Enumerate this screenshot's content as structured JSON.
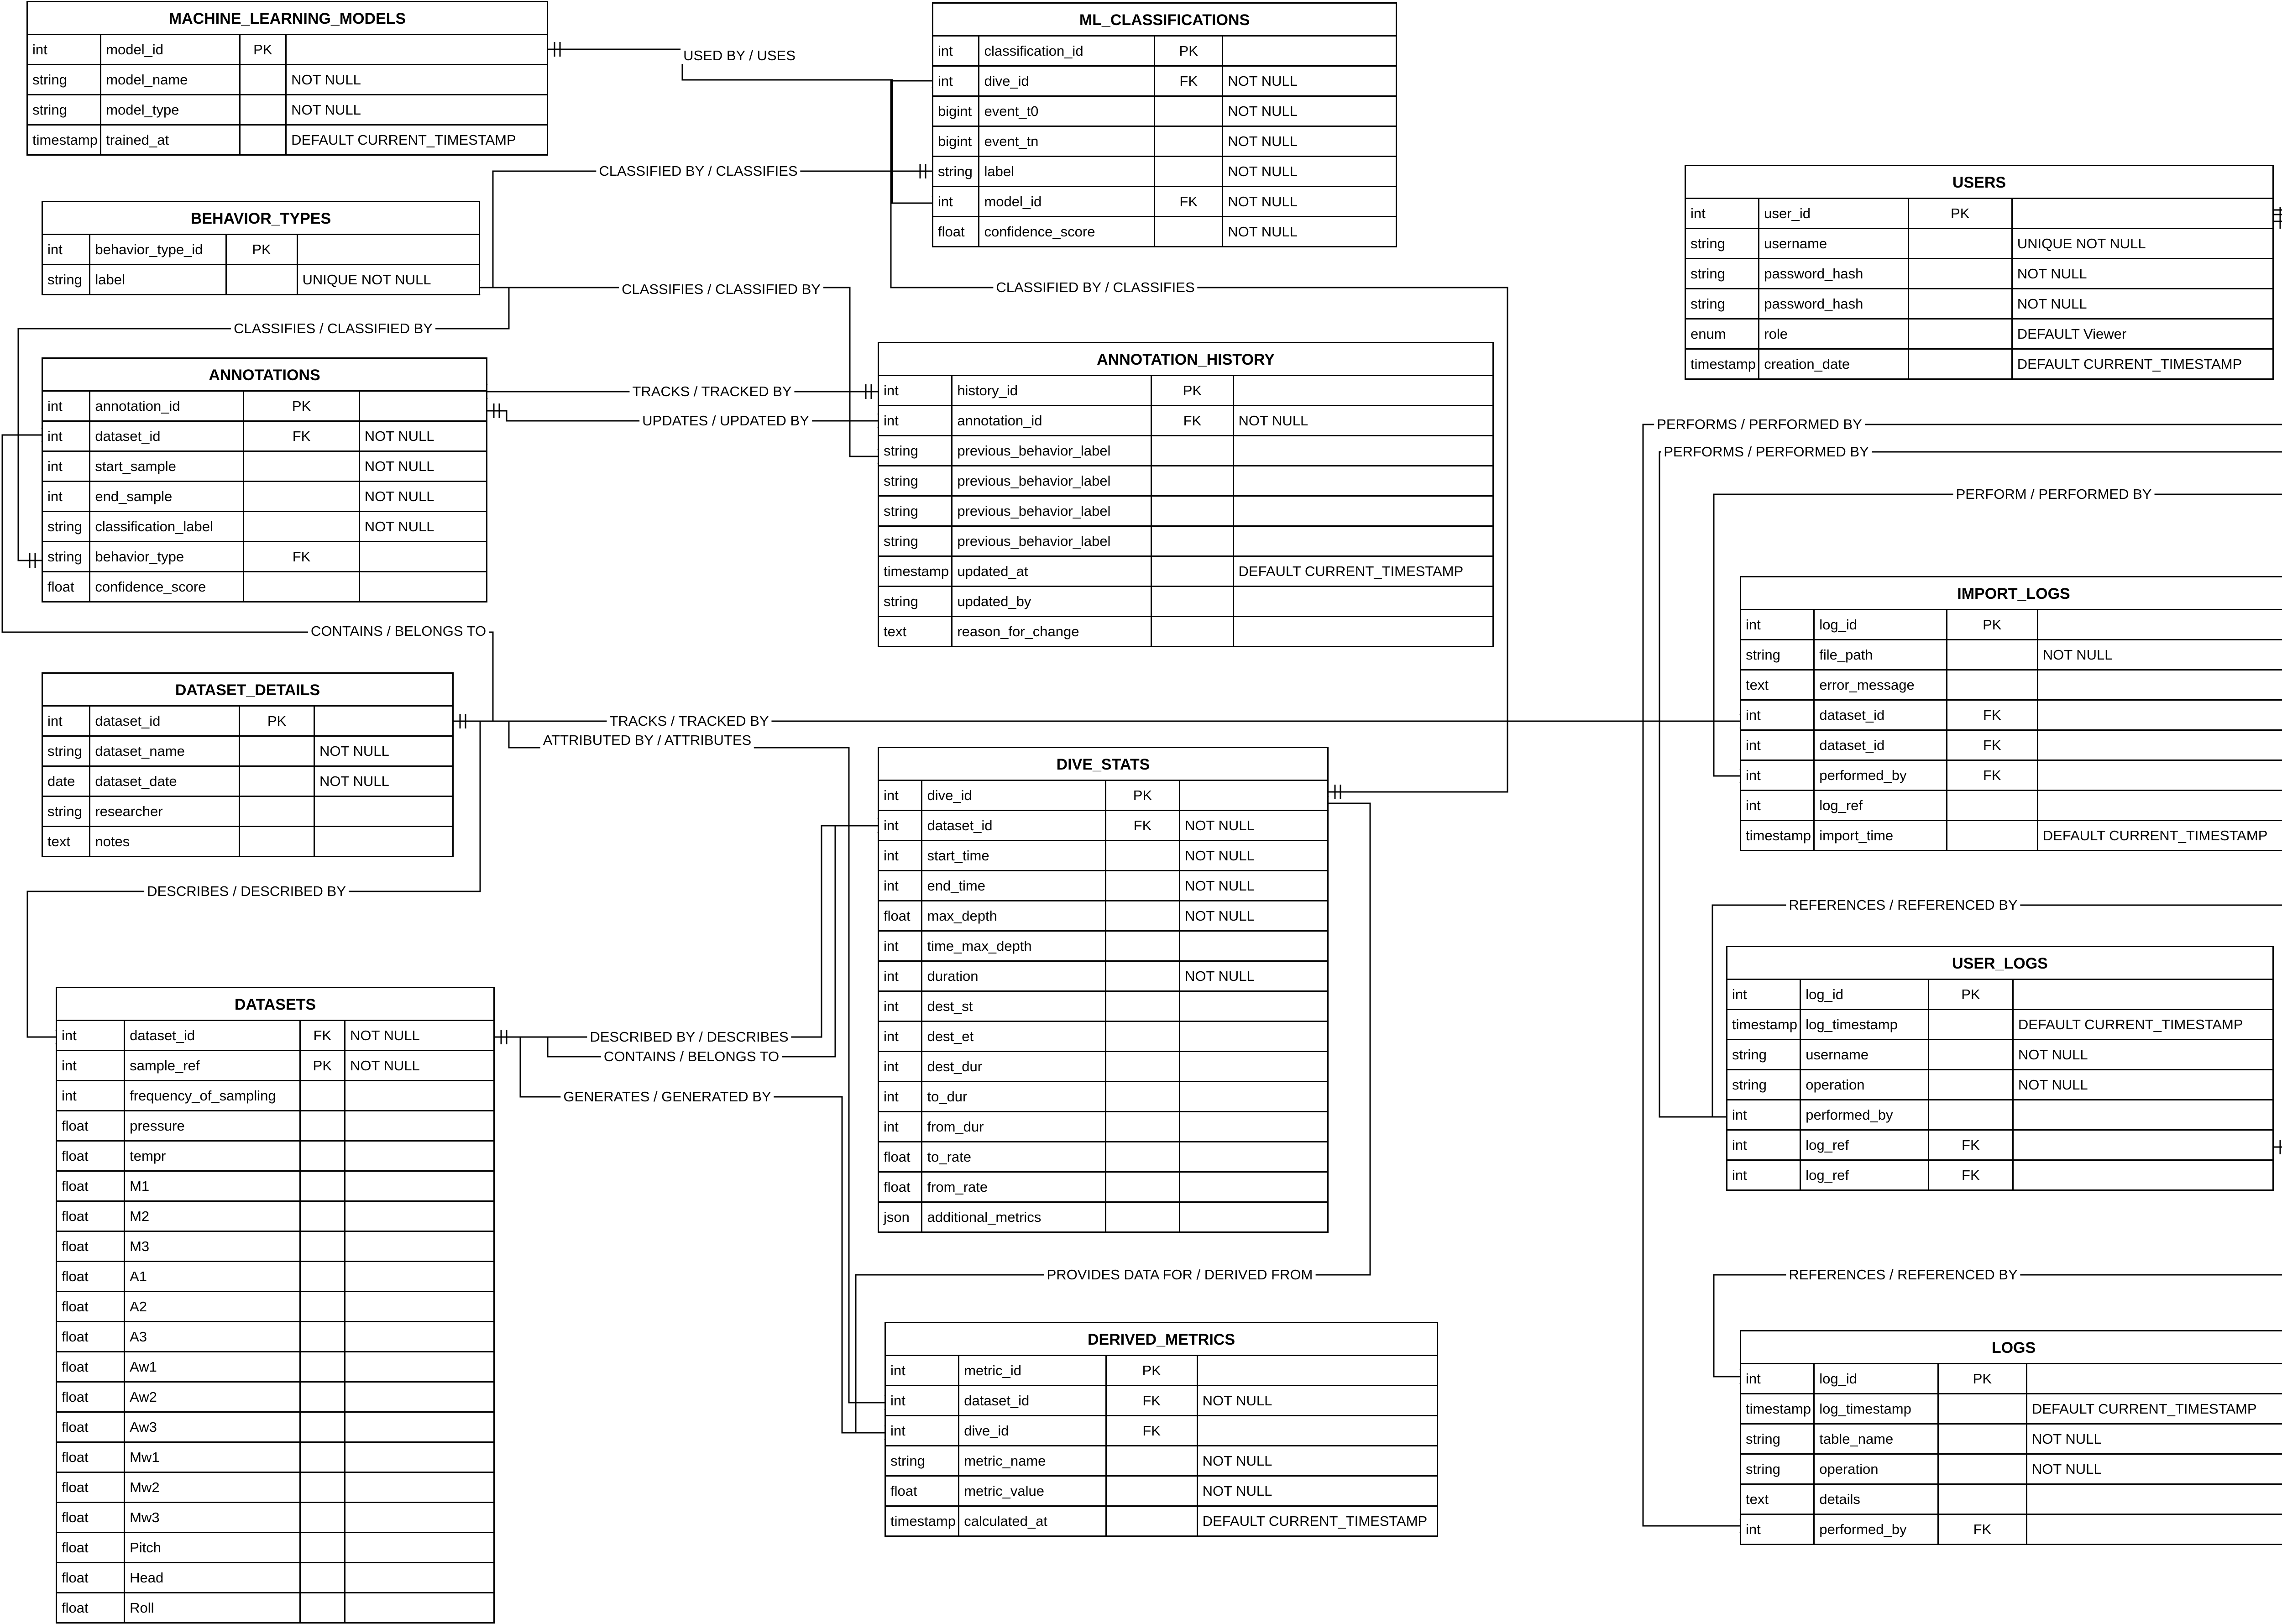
{
  "entities": [
    {
      "id": "machine_learning_models",
      "title": "MACHINE_LEARNING_MODELS",
      "rows": [
        [
          "int",
          "model_id",
          "PK",
          ""
        ],
        [
          "string",
          "model_name",
          "",
          "NOT NULL"
        ],
        [
          "string",
          "model_type",
          "",
          "NOT NULL"
        ],
        [
          "timestamp",
          "trained_at",
          "",
          "DEFAULT CURRENT_TIMESTAMP"
        ]
      ]
    },
    {
      "id": "ml_classifications",
      "title": "ML_CLASSIFICATIONS",
      "rows": [
        [
          "int",
          "classification_id",
          "PK",
          ""
        ],
        [
          "int",
          "dive_id",
          "FK",
          "NOT NULL"
        ],
        [
          "bigint",
          "event_t0",
          "",
          "NOT NULL"
        ],
        [
          "bigint",
          "event_tn",
          "",
          "NOT NULL"
        ],
        [
          "string",
          "label",
          "",
          "NOT NULL"
        ],
        [
          "int",
          "model_id",
          "FK",
          "NOT NULL"
        ],
        [
          "float",
          "confidence_score",
          "",
          "NOT NULL"
        ]
      ]
    },
    {
      "id": "users",
      "title": "USERS",
      "rows": [
        [
          "int",
          "user_id",
          "PK",
          ""
        ],
        [
          "string",
          "username",
          "",
          "UNIQUE NOT NULL"
        ],
        [
          "string",
          "password_hash",
          "",
          "NOT NULL"
        ],
        [
          "string",
          "password_hash",
          "",
          "NOT NULL"
        ],
        [
          "enum",
          "role",
          "",
          "DEFAULT Viewer"
        ],
        [
          "timestamp",
          "creation_date",
          "",
          "DEFAULT CURRENT_TIMESTAMP"
        ]
      ]
    },
    {
      "id": "behavior_types",
      "title": "BEHAVIOR_TYPES",
      "rows": [
        [
          "int",
          "behavior_type_id",
          "PK",
          ""
        ],
        [
          "string",
          "label",
          "",
          "UNIQUE NOT NULL"
        ]
      ]
    },
    {
      "id": "annotations",
      "title": "ANNOTATIONS",
      "rows": [
        [
          "int",
          "annotation_id",
          "PK",
          ""
        ],
        [
          "int",
          "dataset_id",
          "FK",
          "NOT NULL"
        ],
        [
          "int",
          "start_sample",
          "",
          "NOT NULL"
        ],
        [
          "int",
          "end_sample",
          "",
          "NOT NULL"
        ],
        [
          "string",
          "classification_label",
          "",
          "NOT NULL"
        ],
        [
          "string",
          "behavior_type",
          "FK",
          ""
        ],
        [
          "float",
          "confidence_score",
          "",
          ""
        ]
      ]
    },
    {
      "id": "annotation_history",
      "title": "ANNOTATION_HISTORY",
      "rows": [
        [
          "int",
          "history_id",
          "PK",
          ""
        ],
        [
          "int",
          "annotation_id",
          "FK",
          "NOT NULL"
        ],
        [
          "string",
          "previous_behavior_label",
          "",
          ""
        ],
        [
          "string",
          "previous_behavior_label",
          "",
          ""
        ],
        [
          "string",
          "previous_behavior_label",
          "",
          ""
        ],
        [
          "string",
          "previous_behavior_label",
          "",
          ""
        ],
        [
          "timestamp",
          "updated_at",
          "",
          "DEFAULT CURRENT_TIMESTAMP"
        ],
        [
          "string",
          "updated_by",
          "",
          ""
        ],
        [
          "text",
          "reason_for_change",
          "",
          ""
        ]
      ]
    },
    {
      "id": "import_logs",
      "title": "IMPORT_LOGS",
      "rows": [
        [
          "int",
          "log_id",
          "PK",
          ""
        ],
        [
          "string",
          "file_path",
          "",
          "NOT NULL"
        ],
        [
          "text",
          "error_message",
          "",
          ""
        ],
        [
          "int",
          "dataset_id",
          "FK",
          ""
        ],
        [
          "int",
          "dataset_id",
          "FK",
          ""
        ],
        [
          "int",
          "performed_by",
          "FK",
          ""
        ],
        [
          "int",
          "log_ref",
          "",
          ""
        ],
        [
          "timestamp",
          "import_time",
          "",
          "DEFAULT CURRENT_TIMESTAMP"
        ]
      ]
    },
    {
      "id": "dataset_details",
      "title": "DATASET_DETAILS",
      "rows": [
        [
          "int",
          "dataset_id",
          "PK",
          ""
        ],
        [
          "string",
          "dataset_name",
          "",
          "NOT NULL"
        ],
        [
          "date",
          "dataset_date",
          "",
          "NOT NULL"
        ],
        [
          "string",
          "researcher",
          "",
          ""
        ],
        [
          "text",
          "notes",
          "",
          ""
        ]
      ]
    },
    {
      "id": "dive_stats",
      "title": "DIVE_STATS",
      "rows": [
        [
          "int",
          "dive_id",
          "PK",
          ""
        ],
        [
          "int",
          "dataset_id",
          "FK",
          "NOT NULL"
        ],
        [
          "int",
          "start_time",
          "",
          "NOT NULL"
        ],
        [
          "int",
          "end_time",
          "",
          "NOT NULL"
        ],
        [
          "float",
          "max_depth",
          "",
          "NOT NULL"
        ],
        [
          "int",
          "time_max_depth",
          "",
          ""
        ],
        [
          "int",
          "duration",
          "",
          "NOT NULL"
        ],
        [
          "int",
          "dest_st",
          "",
          ""
        ],
        [
          "int",
          "dest_et",
          "",
          ""
        ],
        [
          "int",
          "dest_dur",
          "",
          ""
        ],
        [
          "int",
          "to_dur",
          "",
          ""
        ],
        [
          "int",
          "from_dur",
          "",
          ""
        ],
        [
          "float",
          "to_rate",
          "",
          ""
        ],
        [
          "float",
          "from_rate",
          "",
          ""
        ],
        [
          "json",
          "additional_metrics",
          "",
          ""
        ]
      ]
    },
    {
      "id": "user_logs",
      "title": "USER_LOGS",
      "rows": [
        [
          "int",
          "log_id",
          "PK",
          ""
        ],
        [
          "timestamp",
          "log_timestamp",
          "",
          "DEFAULT CURRENT_TIMESTAMP"
        ],
        [
          "string",
          "username",
          "",
          "NOT NULL"
        ],
        [
          "string",
          "operation",
          "",
          "NOT NULL"
        ],
        [
          "int",
          "performed_by",
          "",
          ""
        ],
        [
          "int",
          "log_ref",
          "FK",
          ""
        ],
        [
          "int",
          "log_ref",
          "FK",
          ""
        ]
      ]
    },
    {
      "id": "datasets",
      "title": "DATASETS",
      "rows": [
        [
          "int",
          "dataset_id",
          "FK",
          "NOT NULL"
        ],
        [
          "int",
          "sample_ref",
          "PK",
          "NOT NULL"
        ],
        [
          "int",
          "frequency_of_sampling",
          "",
          ""
        ],
        [
          "float",
          "pressure",
          "",
          ""
        ],
        [
          "float",
          "tempr",
          "",
          ""
        ],
        [
          "float",
          "M1",
          "",
          ""
        ],
        [
          "float",
          "M2",
          "",
          ""
        ],
        [
          "float",
          "M3",
          "",
          ""
        ],
        [
          "float",
          "A1",
          "",
          ""
        ],
        [
          "float",
          "A2",
          "",
          ""
        ],
        [
          "float",
          "A3",
          "",
          ""
        ],
        [
          "float",
          "Aw1",
          "",
          ""
        ],
        [
          "float",
          "Aw2",
          "",
          ""
        ],
        [
          "float",
          "Aw3",
          "",
          ""
        ],
        [
          "float",
          "Mw1",
          "",
          ""
        ],
        [
          "float",
          "Mw2",
          "",
          ""
        ],
        [
          "float",
          "Mw3",
          "",
          ""
        ],
        [
          "float",
          "Pitch",
          "",
          ""
        ],
        [
          "float",
          "Head",
          "",
          ""
        ],
        [
          "float",
          "Roll",
          "",
          ""
        ]
      ]
    },
    {
      "id": "derived_metrics",
      "title": "DERIVED_METRICS",
      "rows": [
        [
          "int",
          "metric_id",
          "PK",
          ""
        ],
        [
          "int",
          "dataset_id",
          "FK",
          "NOT NULL"
        ],
        [
          "int",
          "dive_id",
          "FK",
          ""
        ],
        [
          "string",
          "metric_name",
          "",
          "NOT NULL"
        ],
        [
          "float",
          "metric_value",
          "",
          "NOT NULL"
        ],
        [
          "timestamp",
          "calculated_at",
          "",
          "DEFAULT CURRENT_TIMESTAMP"
        ]
      ]
    },
    {
      "id": "logs",
      "title": "LOGS",
      "rows": [
        [
          "int",
          "log_id",
          "PK",
          ""
        ],
        [
          "timestamp",
          "log_timestamp",
          "",
          "DEFAULT CURRENT_TIMESTAMP"
        ],
        [
          "string",
          "table_name",
          "",
          "NOT NULL"
        ],
        [
          "string",
          "operation",
          "",
          "NOT NULL"
        ],
        [
          "text",
          "details",
          "",
          ""
        ],
        [
          "int",
          "performed_by",
          "FK",
          ""
        ]
      ]
    }
  ],
  "relationships": [
    {
      "id": "r1",
      "label": "USED BY / USES"
    },
    {
      "id": "r2",
      "label": "CLASSIFIED BY / CLASSIFIES"
    },
    {
      "id": "r3",
      "label": "CLASSIFIES / CLASSIFIED BY"
    },
    {
      "id": "r4",
      "label": "CLASSIFIED BY / CLASSIFIES"
    },
    {
      "id": "r5",
      "label": "CLASSIFIES / CLASSIFIED BY"
    },
    {
      "id": "r6",
      "label": "TRACKS / TRACKED BY"
    },
    {
      "id": "r7",
      "label": "UPDATES / UPDATED BY"
    },
    {
      "id": "r8",
      "label": "PERFORMS / PERFORMED BY"
    },
    {
      "id": "r9",
      "label": "PERFORMS / PERFORMED BY"
    },
    {
      "id": "r10",
      "label": "PERFORM / PERFORMED BY"
    },
    {
      "id": "r11",
      "label": "CONTAINS / BELONGS TO"
    },
    {
      "id": "r12",
      "label": "TRACKS / TRACKED BY"
    },
    {
      "id": "r13",
      "label": "ATTRIBUTED BY / ATTRIBUTES"
    },
    {
      "id": "r14",
      "label": "DESCRIBES / DESCRIBED BY"
    },
    {
      "id": "r15",
      "label": "REFERENCES / REFERENCED BY"
    },
    {
      "id": "r16",
      "label": "DESCRIBED BY / DESCRIBES"
    },
    {
      "id": "r17",
      "label": "CONTAINS / BELONGS TO"
    },
    {
      "id": "r18",
      "label": "GENERATES / GENERATED BY"
    },
    {
      "id": "r19",
      "label": "PROVIDES DATA FOR / DERIVED FROM"
    },
    {
      "id": "r20",
      "label": "REFERENCES / REFERENCED BY"
    }
  ]
}
